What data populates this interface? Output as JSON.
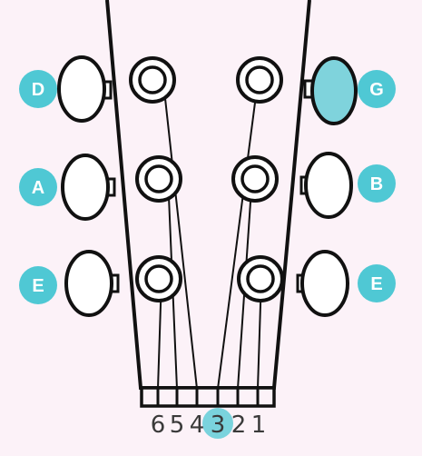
{
  "colors": {
    "background": "#fcf2f8",
    "accent": "#4fc8d4",
    "highlight_fill": "#7fd3dc",
    "ink": "#111111"
  },
  "tuners": {
    "left": [
      {
        "note": "D",
        "icon": "note-badge",
        "selected": false
      },
      {
        "note": "A",
        "icon": "note-badge",
        "selected": false
      },
      {
        "note": "E",
        "icon": "note-badge",
        "selected": false
      }
    ],
    "right": [
      {
        "note": "G",
        "icon": "note-badge",
        "selected": true
      },
      {
        "note": "B",
        "icon": "note-badge",
        "selected": false
      },
      {
        "note": "E",
        "icon": "note-badge",
        "selected": false
      }
    ]
  },
  "string_numbers": [
    "6",
    "5",
    "4",
    "3",
    "2",
    "1"
  ],
  "selected_string": "3"
}
